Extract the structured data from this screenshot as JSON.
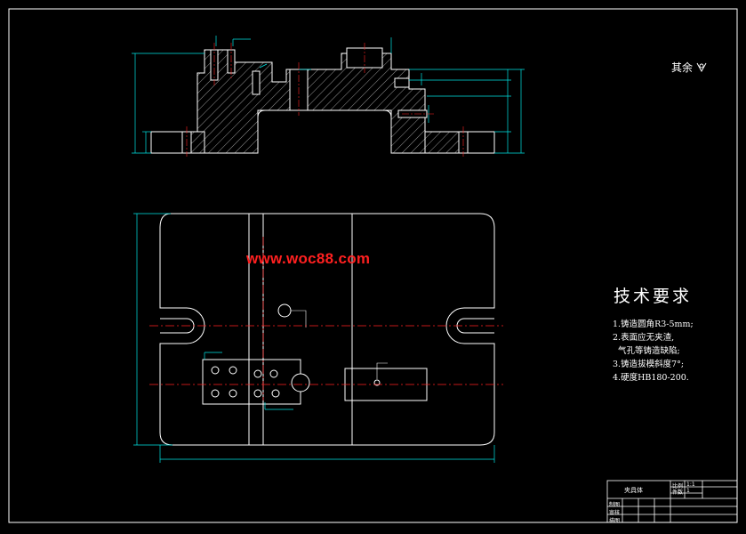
{
  "watermark": "www.woc88.com",
  "technical_requirements": {
    "title": "技术要求",
    "items": [
      "1.铸造圆角R3-5mm;",
      "2.表面应无夹渣,",
      "  气孔等铸造缺陷;",
      "3.铸造拔模斜度7°;",
      "4.硬度HB180-200."
    ]
  },
  "surface_finish": "其余",
  "title_block": {
    "part_name": "夹具体",
    "scale_label": "比例",
    "scale_value": "1:1",
    "qty_label": "件数",
    "qty_value": "1",
    "drawn_label": "制图",
    "checked_label": "审核",
    "approved_label": "描图"
  },
  "colors": {
    "background": "#000000",
    "outline": "#ffffff",
    "dimension": "#00e5e5",
    "centerline": "#ff2020",
    "hatch": "#ffffff"
  }
}
